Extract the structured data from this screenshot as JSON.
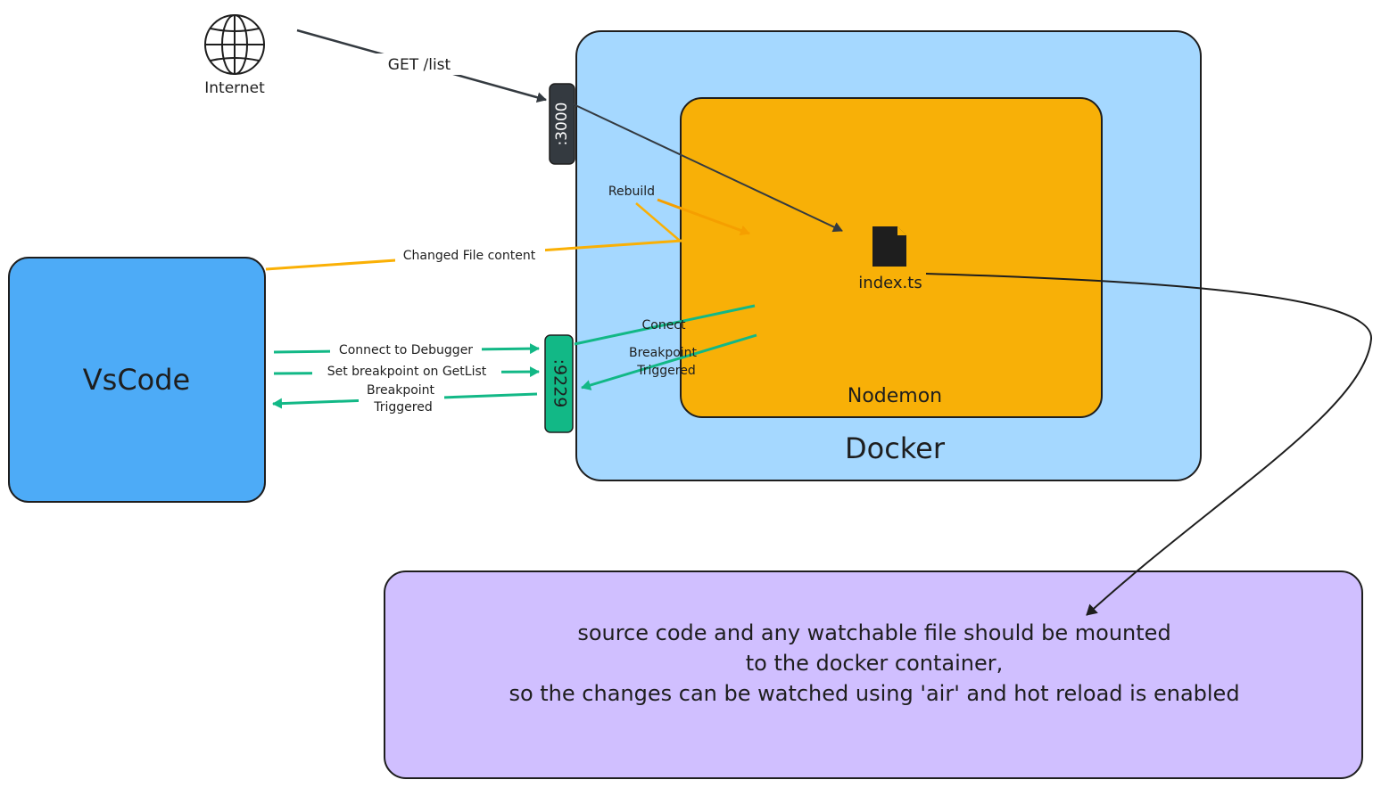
{
  "nodes": {
    "internet": {
      "label": "Internet"
    },
    "docker": {
      "label": "Docker",
      "fill": "#a5d8ff"
    },
    "nodemon": {
      "label": "Nodemon",
      "fill": "#f8b007"
    },
    "file": {
      "label": "index.ts"
    },
    "vscode": {
      "label": "VsCode",
      "fill": "#4dabf7"
    },
    "port_http": {
      "label": ":3000",
      "fill": "#343a40"
    },
    "port_debug": {
      "label": ":9229",
      "fill": "#12b886"
    },
    "note": {
      "fill": "#d0bfff",
      "lines": [
        "source code and any watchable file should be mounted",
        "to the docker container,",
        "so the changes can be watched using 'air' and hot reload is enabled"
      ]
    }
  },
  "edges": {
    "get_list": {
      "label": "GET /list",
      "color": "#343a40"
    },
    "changed_file": {
      "label": "Changed File content",
      "color": "#fab005"
    },
    "rebuild": {
      "label": "Rebuild",
      "color": "#f59f00"
    },
    "connect_debugger": {
      "label": "Connect to Debugger",
      "color": "#12b886"
    },
    "set_breakpoint": {
      "label": "Set breakpoint on GetList",
      "color": "#12b886"
    },
    "breakpoint_back": {
      "line1": "Breakpoint",
      "line2": "Triggered",
      "color": "#12b886"
    },
    "conect": {
      "label": "Conect",
      "color": "#12b886"
    },
    "breakpoint_inner": {
      "line1": "Breakpoint",
      "line2": "Triggered",
      "color": "#12b886"
    }
  }
}
